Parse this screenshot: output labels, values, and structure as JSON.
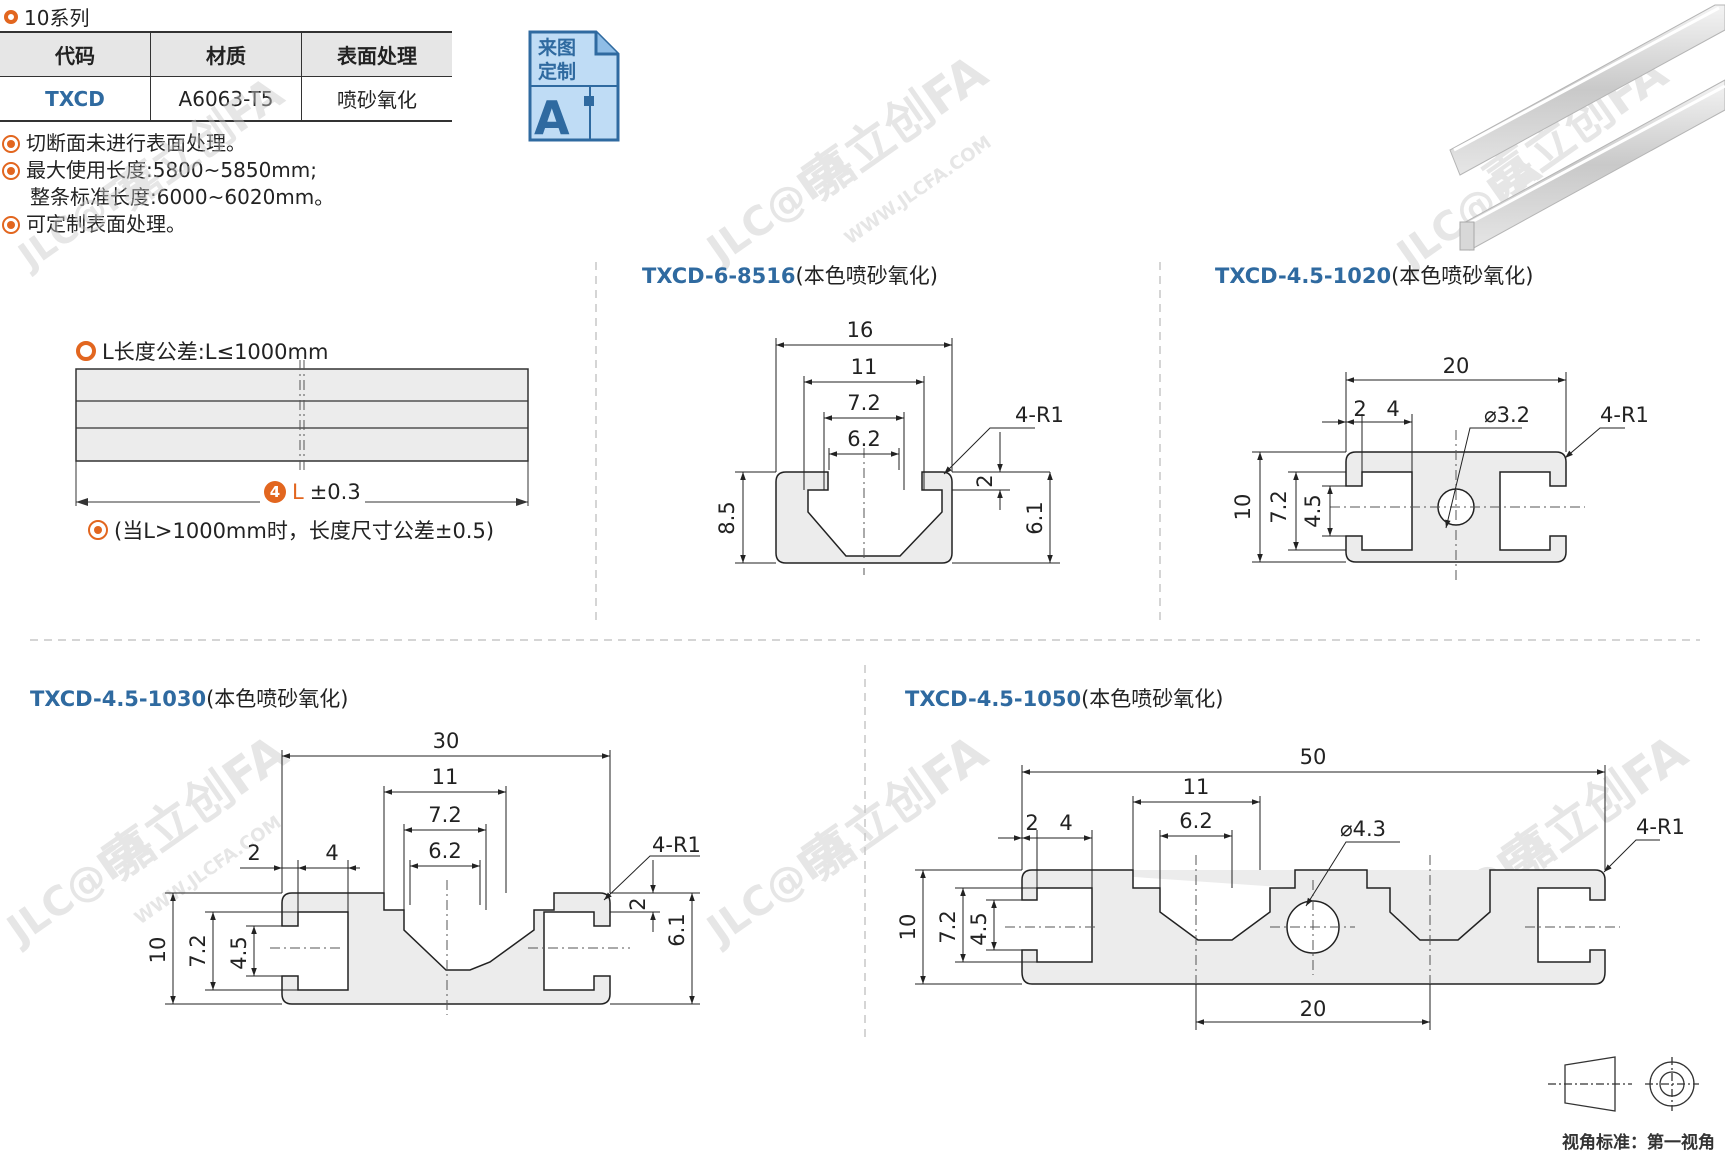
{
  "series": {
    "title": "10系列"
  },
  "spec_table": {
    "headers": [
      "代码",
      "材质",
      "表面处理"
    ],
    "row": {
      "code": "TXCD",
      "material": "A6063-T5",
      "finish": "喷砂氧化"
    }
  },
  "badge": {
    "line1": "来图",
    "line2": "定制",
    "letter": "A"
  },
  "notes": [
    "切断面未进行表面处理。",
    "最大使用长度:5800~5850mm;",
    "整条标准长度:6000~6020mm。",
    "可定制表面处理。"
  ],
  "length_drawing": {
    "tolerance_label": "L长度公差:L≤1000mm",
    "marker_num": "4",
    "L": "L",
    "tol": "±0.3",
    "note": "(当L>1000mm时，长度尺寸公差±0.5)"
  },
  "profiles": {
    "p8516": {
      "code": "TXCD-6-8516",
      "suffix": "(本色喷砂氧化)",
      "dims": {
        "w16": "16",
        "w11": "11",
        "w72": "7.2",
        "w62": "6.2",
        "h85": "8.5",
        "r": "4-R1",
        "d2": "2",
        "d61": "6.1"
      }
    },
    "p1020": {
      "code": "TXCD-4.5-1020",
      "suffix": "(本色喷砂氧化)",
      "dims": {
        "w20": "20",
        "d2": "2",
        "d4": "4",
        "hole": "⌀3.2",
        "r": "4-R1",
        "h10": "10",
        "h72": "7.2",
        "h45": "4.5"
      }
    },
    "p1030": {
      "code": "TXCD-4.5-1030",
      "suffix": "(本色喷砂氧化)",
      "dims": {
        "w30": "30",
        "w11": "11",
        "w72": "7.2",
        "w62": "6.2",
        "d2a": "2",
        "d4": "4",
        "r": "4-R1",
        "d2b": "2",
        "d61": "6.1",
        "h10": "10",
        "h72": "7.2",
        "h45": "4.5"
      }
    },
    "p1050": {
      "code": "TXCD-4.5-1050",
      "suffix": "(本色喷砂氧化)",
      "dims": {
        "w50": "50",
        "w11": "11",
        "w62": "6.2",
        "d2": "2",
        "d4": "4",
        "hole": "⌀4.3",
        "r": "4-R1",
        "h10": "10",
        "h72": "7.2",
        "h45": "4.5",
        "w20": "20"
      }
    }
  },
  "watermark": {
    "brand": "JLC@FA",
    "cn": "嘉立创FA",
    "url": "WWW.JLCFA.COM"
  },
  "view_standard": "视角标准：第一视角",
  "colors": {
    "accent": "#e2661f",
    "code_blue": "#2f6aa0",
    "profile_fill": "#ececec"
  }
}
